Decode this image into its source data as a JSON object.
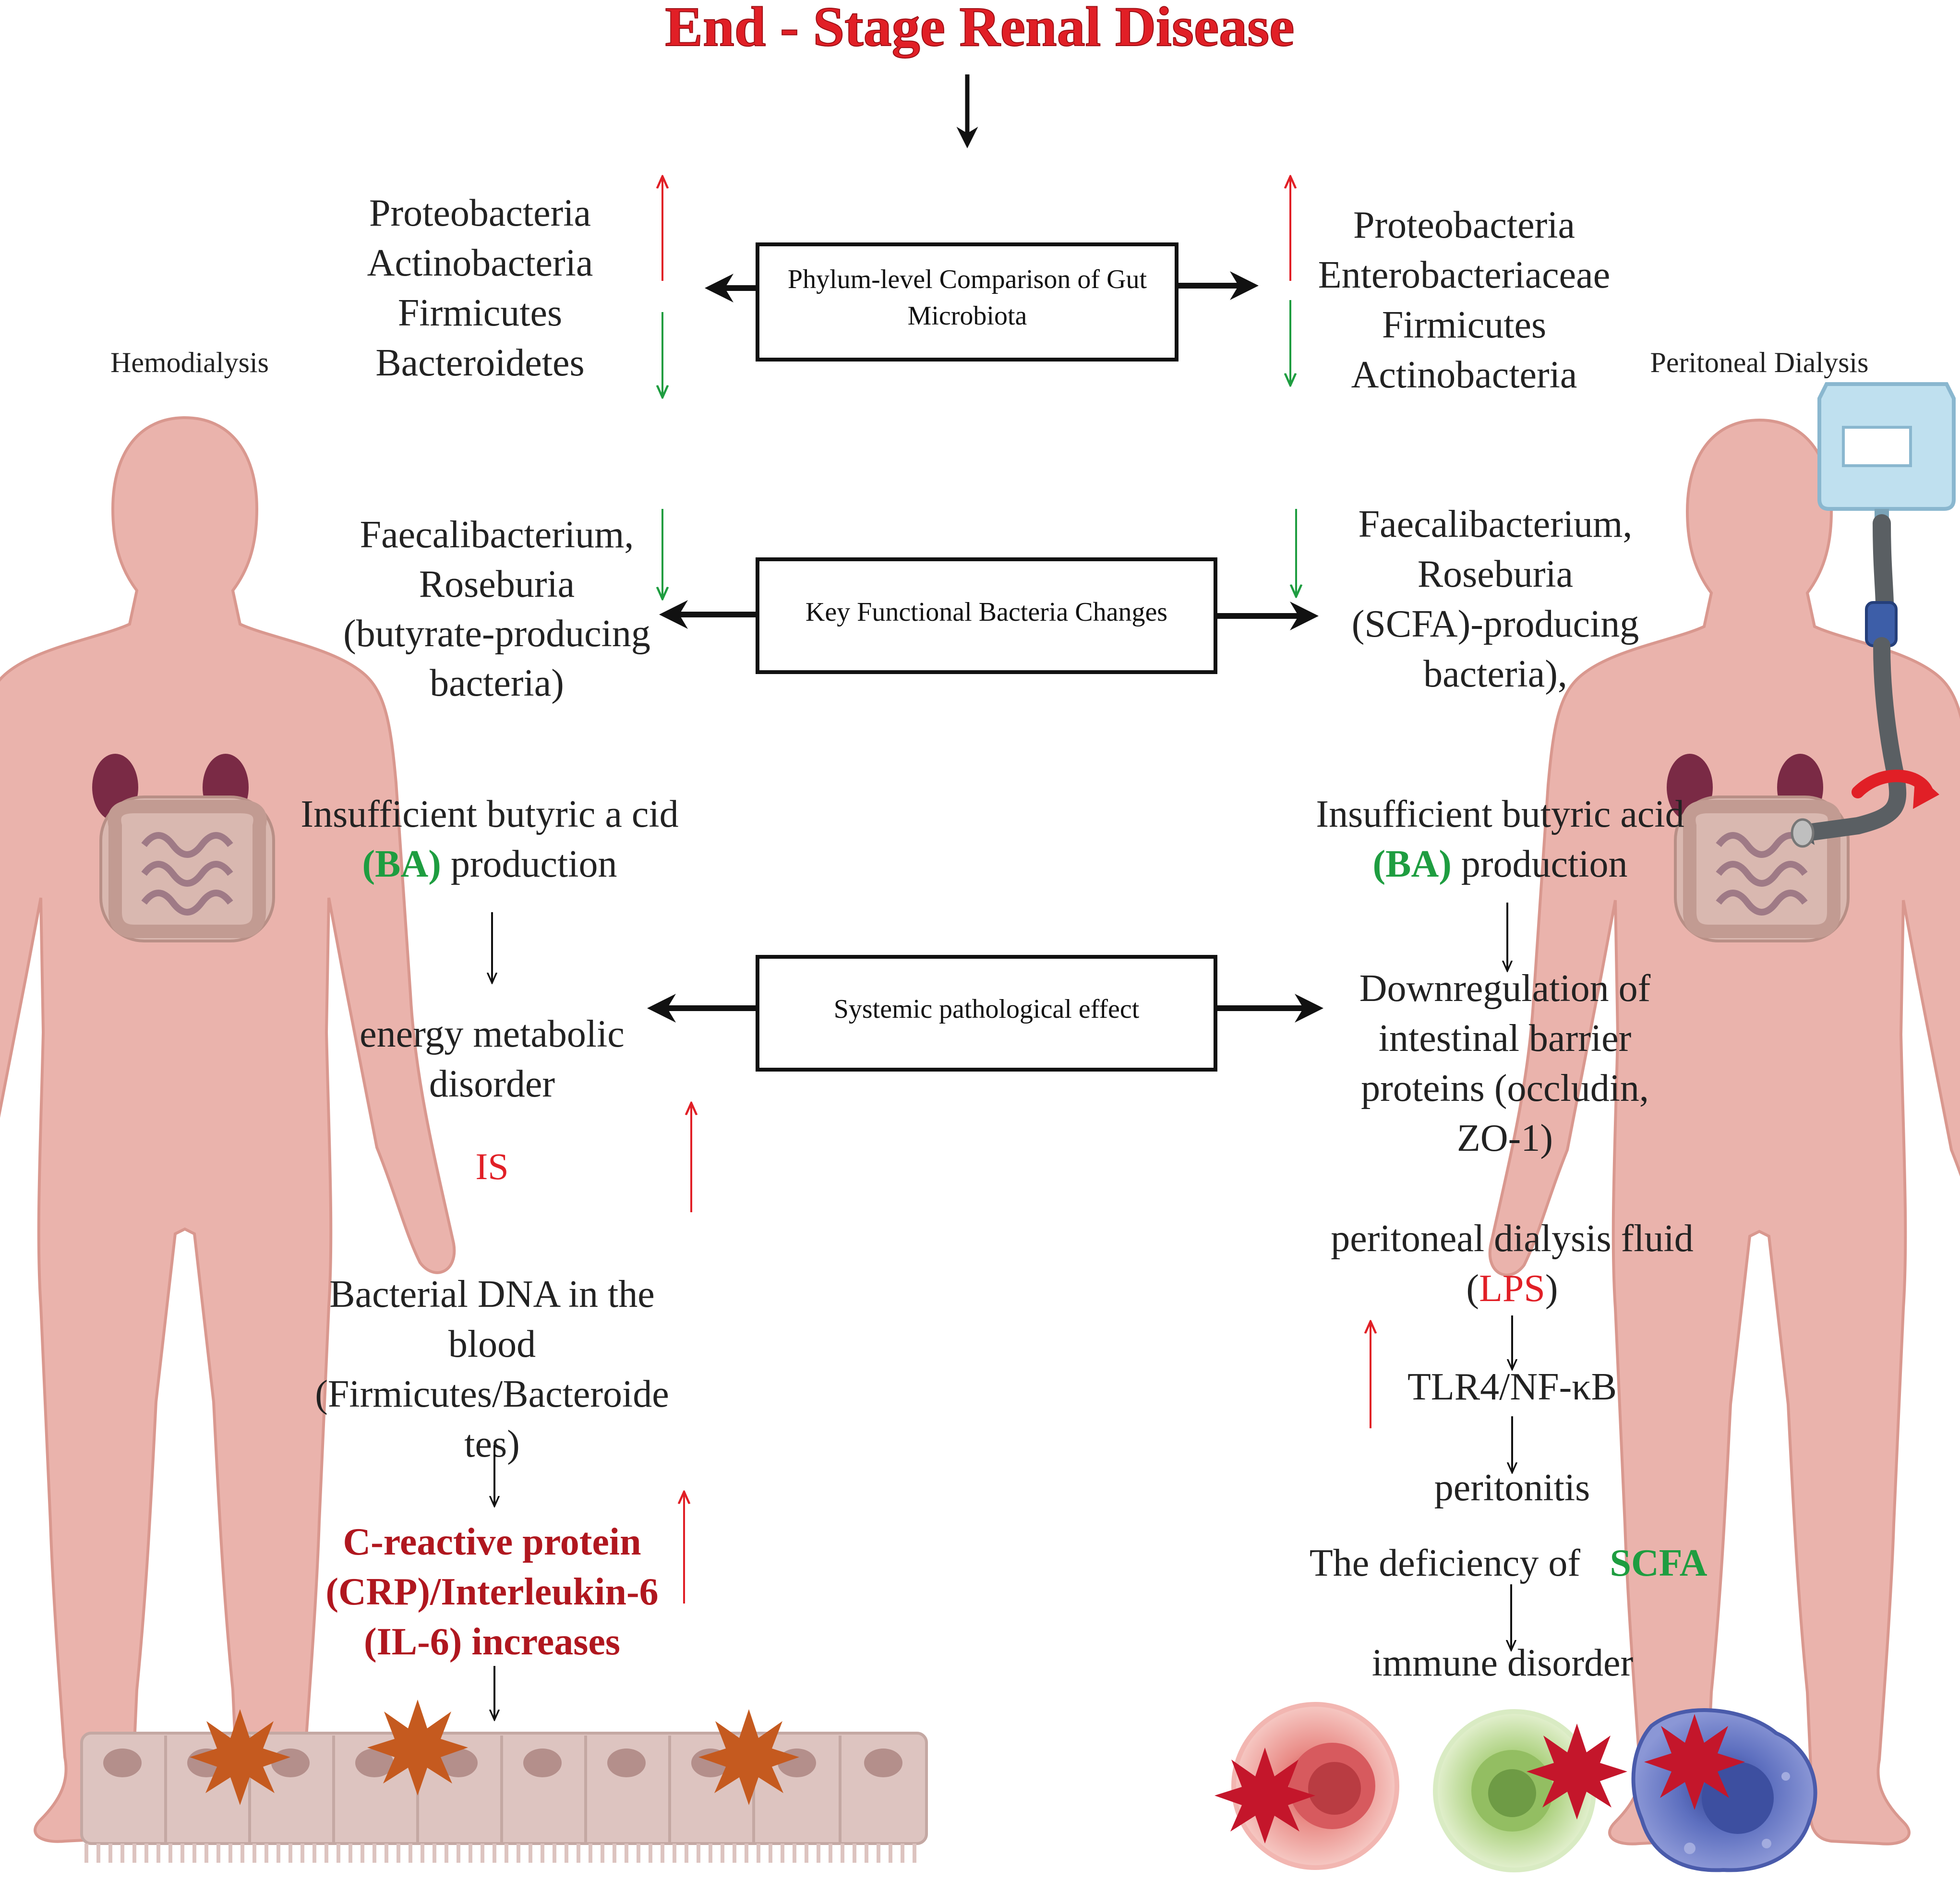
{
  "title": "End - Stage Renal Disease",
  "colors": {
    "title": "#e11f26",
    "up": "#e11f26",
    "down": "#1e9d40",
    "green_text": "#1e9d40",
    "red_text": "#e11f26",
    "dark_red_text": "#b0171f",
    "skin": "#eab3ac",
    "skin_edge": "#d9988f",
    "kidney": "#7a2a45",
    "bag": "#bfe0ef",
    "tube": "#5a5f63",
    "connector": "#3d5ea8",
    "flow_arrow": "#e11f26",
    "epithelium": "#ddc4c0",
    "nucleus": "#b48f8b",
    "damage_star": "#c55a1f",
    "cell_red": "#e98b86",
    "cell_green": "#b7d88a",
    "cell_blue": "#5d6fbf",
    "cell_star": "#c4162b"
  },
  "left": {
    "label": "Hemodialysis",
    "phylum": [
      "Proteobacteria",
      "Actinobacteria",
      "Firmicutes",
      "Bacteroidetes"
    ],
    "phylum_trend": {
      "up": "Proteobacteria, Actinobacteria",
      "down": "Firmicutes, Bacteroidetes"
    },
    "functional": [
      "Faecalibacterium,",
      "Roseburia",
      "(butyrate-producing",
      "bacteria)"
    ],
    "functional_trend": "down",
    "ba_line1": "Insufficient butyric a cid",
    "ba_abbr": "(BA)",
    "ba_line2_rest": " production",
    "effect": [
      "energy metabolic",
      "disorder"
    ],
    "is_label": "IS",
    "is_trend": "up",
    "dna": [
      "Bacterial DNA in the",
      "blood",
      "(Firmicutes/Bacteroide",
      "tes)"
    ],
    "crp": [
      "C-reactive protein",
      "(CRP)/Interleukin-6",
      "(IL-6) increases"
    ],
    "crp_trend": "up",
    "figure_icon": "human-body-icon",
    "tissue_icon": "damaged-intestinal-epithelium-icon"
  },
  "center": {
    "box1": [
      "Phylum-level Comparison of Gut",
      "Microbiota"
    ],
    "box2": "Key Functional Bacteria Changes",
    "box3": "Systemic pathological effect"
  },
  "right": {
    "label": "Peritoneal Dialysis",
    "phylum": [
      "Proteobacteria",
      "Enterobacteriaceae",
      "Firmicutes",
      "Actinobacteria"
    ],
    "phylum_trend": {
      "up": "Proteobacteria, Enterobacteriaceae",
      "down": "Firmicutes, Actinobacteria"
    },
    "functional": [
      "Faecalibacterium,",
      "Roseburia",
      "(SCFA)-producing",
      "bacteria),"
    ],
    "functional_trend": "down",
    "ba_line1": "Insufficient butyric acid",
    "ba_abbr": "(BA)",
    "ba_line2_rest": " production",
    "effect": [
      "Downregulation of",
      "intestinal barrier",
      "proteins (occludin,",
      "ZO-1)"
    ],
    "pdf_line1": "peritoneal dialysis fluid",
    "pdf_open": "(",
    "lps": "LPS",
    "pdf_close": ")",
    "lps_trend": "up",
    "tlr": "TLR4/NF-κB",
    "peritonitis": "peritonitis",
    "scfa_prefix": "The deficiency of",
    "scfa": "SCFA",
    "immune": "immune disorder",
    "figure_icon": "human-body-icon",
    "bag_icon": "dialysis-bag-icon",
    "cells_icon": "immune-cells-icon"
  }
}
